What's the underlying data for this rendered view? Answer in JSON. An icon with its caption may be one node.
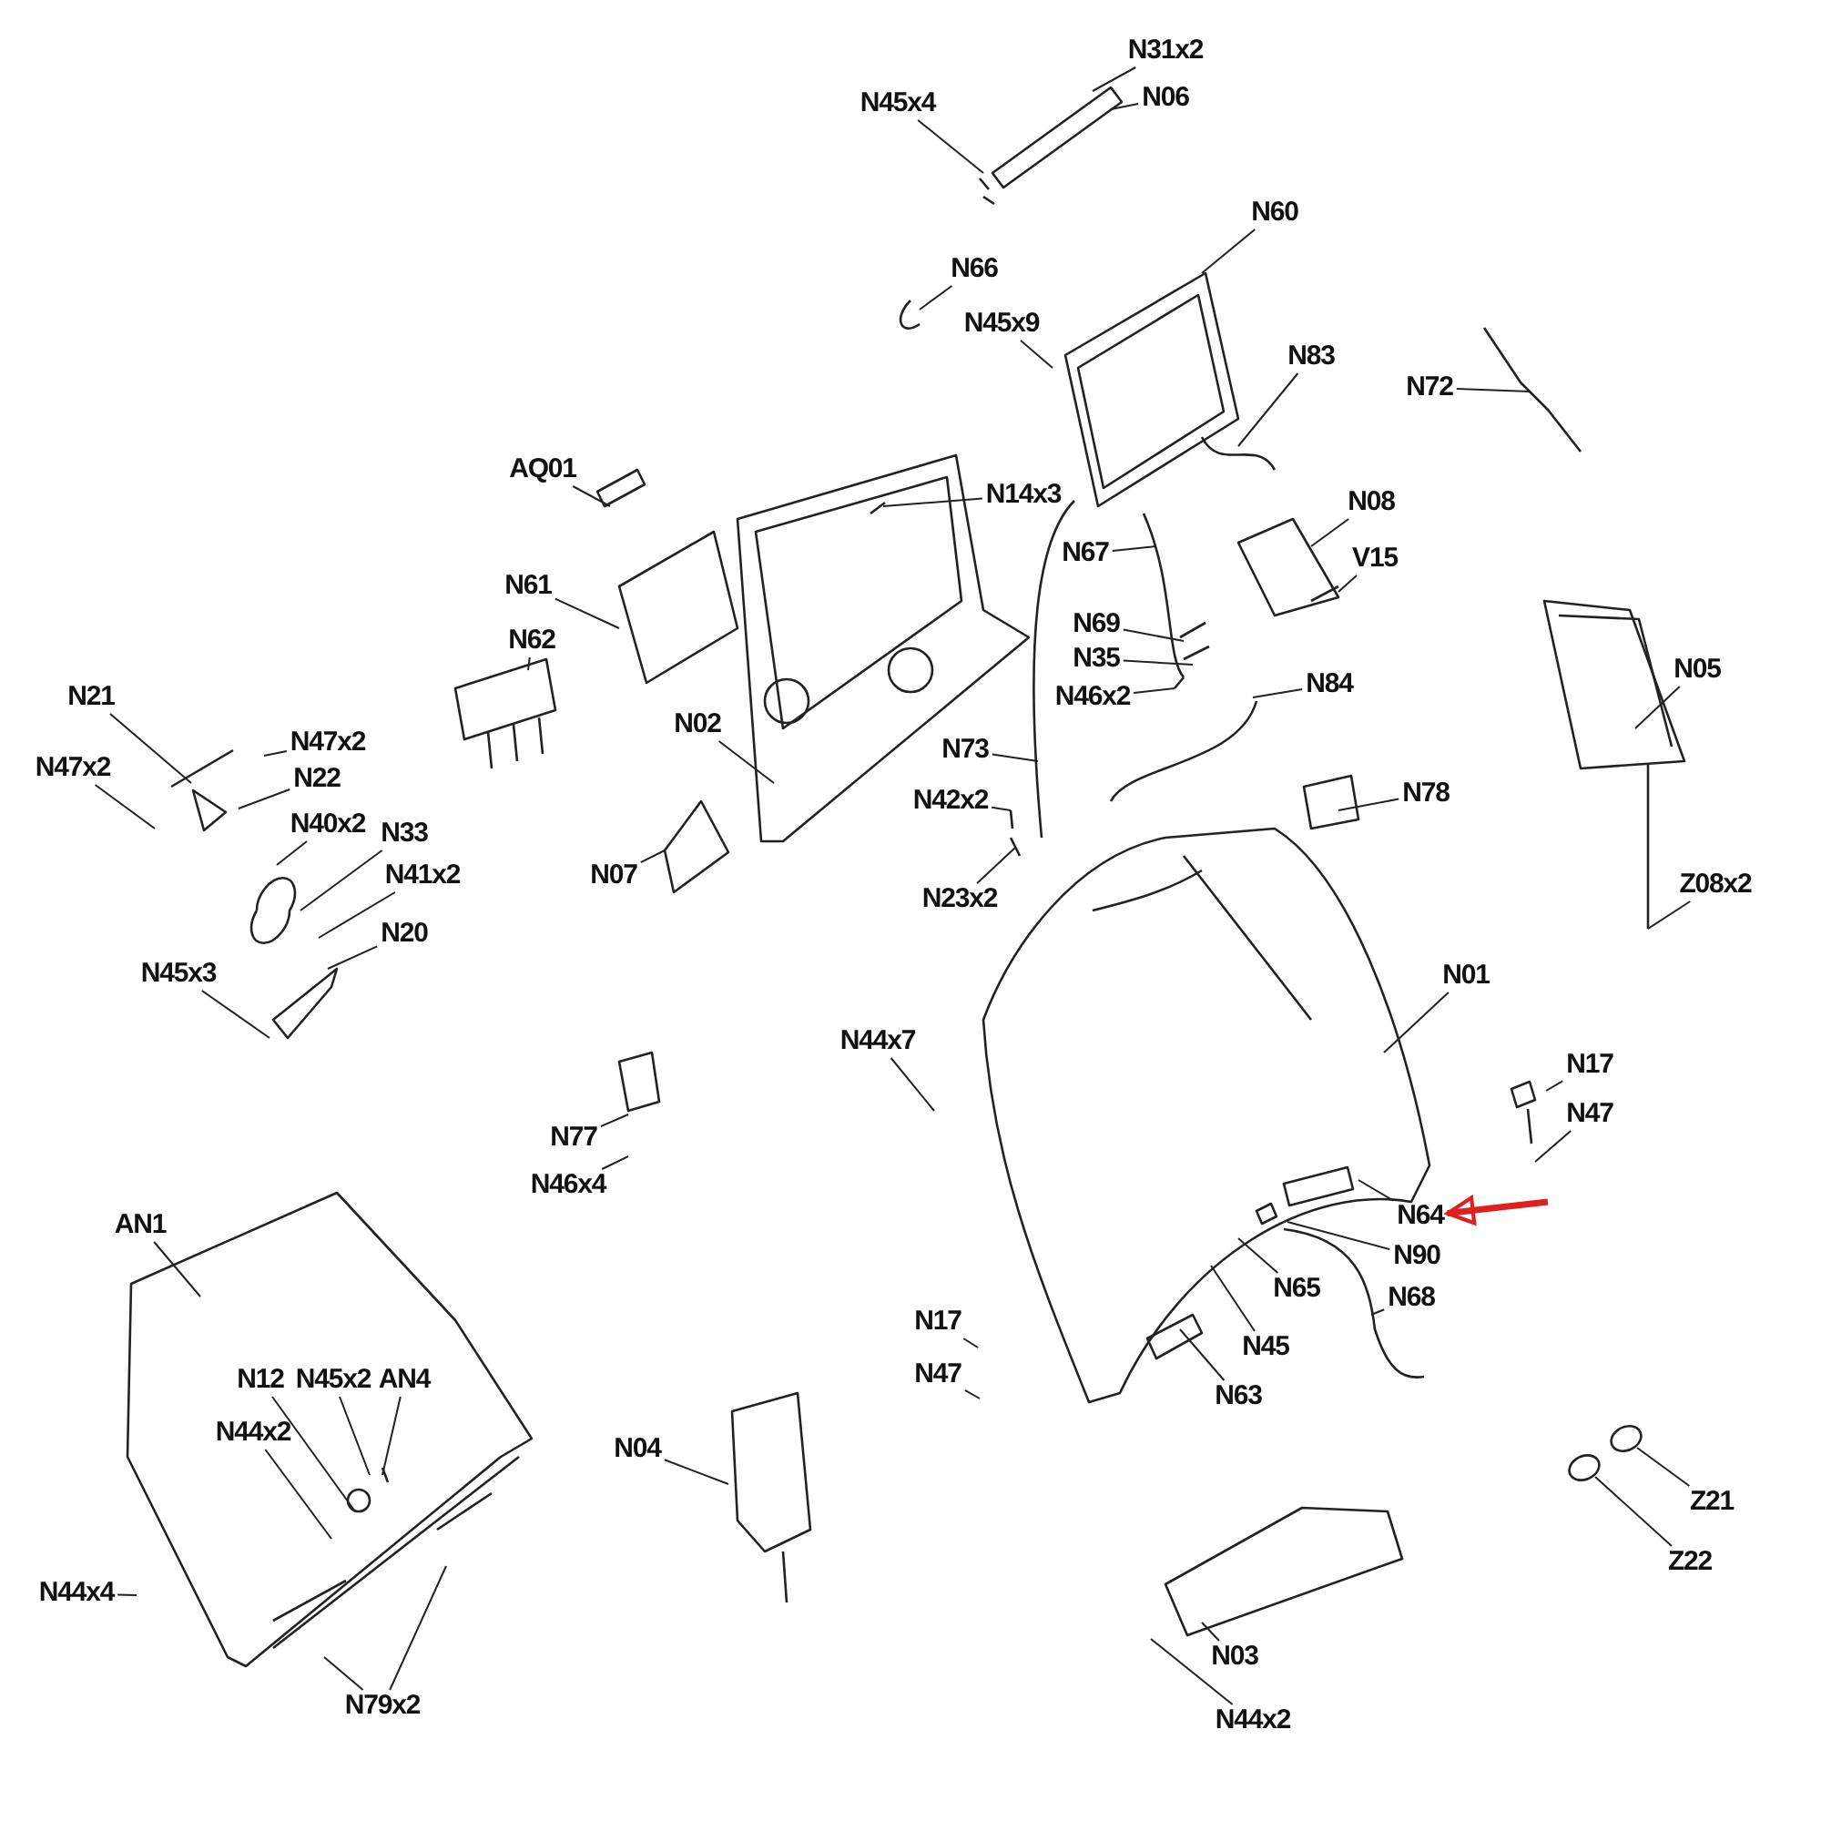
{
  "diagram": {
    "nodes": [
      {
        "text": [
          "N45x4"
        ]
      },
      {
        "text": [
          "N31x2"
        ]
      },
      {
        "text": [
          "N06"
        ]
      },
      {
        "text": [
          "N60"
        ]
      },
      {
        "text": [
          "N66"
        ]
      },
      {
        "text": [
          "N45x9"
        ]
      },
      {
        "text": [
          "N83"
        ]
      },
      {
        "text": [
          "N72"
        ]
      },
      {
        "text": [
          "AQ01"
        ]
      },
      {
        "text": [
          "N14x3"
        ]
      },
      {
        "text": [
          "N08"
        ]
      },
      {
        "text": [
          "V15"
        ]
      },
      {
        "text": [
          "N67"
        ]
      },
      {
        "text": [
          "N61"
        ]
      },
      {
        "text": [
          "N62"
        ]
      },
      {
        "text": [
          "N69"
        ]
      },
      {
        "text": [
          "N35"
        ]
      },
      {
        "text": [
          "N46x2"
        ]
      },
      {
        "text": [
          "N84"
        ]
      },
      {
        "text": [
          "N05"
        ]
      },
      {
        "text": [
          "N21"
        ]
      },
      {
        "text": [
          "N47x2"
        ]
      },
      {
        "text": [
          "N22"
        ]
      },
      {
        "text": [
          "N47x2"
        ]
      },
      {
        "text": [
          "N02"
        ]
      },
      {
        "text": [
          "N73"
        ]
      },
      {
        "text": [
          "N40x2"
        ]
      },
      {
        "text": [
          "N42x2"
        ]
      },
      {
        "text": [
          "N33"
        ]
      },
      {
        "text": [
          "N78"
        ]
      },
      {
        "text": [
          "N07"
        ]
      },
      {
        "text": [
          "N41x2"
        ]
      },
      {
        "text": [
          "N23x2"
        ]
      },
      {
        "text": [
          "Z08x2"
        ]
      },
      {
        "text": [
          "N20"
        ]
      },
      {
        "text": [
          "N45x3"
        ]
      },
      {
        "text": [
          "N01"
        ]
      },
      {
        "text": [
          "N44x7"
        ]
      },
      {
        "text": [
          "N17"
        ]
      },
      {
        "text": [
          "N47"
        ]
      },
      {
        "text": [
          "N77"
        ]
      },
      {
        "text": [
          "N46x4"
        ]
      },
      {
        "text": [
          "N64"
        ]
      },
      {
        "text": [
          "N90"
        ]
      },
      {
        "text": [
          "N65"
        ]
      },
      {
        "text": [
          "N68"
        ]
      },
      {
        "text": [
          "AN1"
        ]
      },
      {
        "text": [
          "N17"
        ]
      },
      {
        "text": [
          "N45"
        ]
      },
      {
        "text": [
          "N47"
        ]
      },
      {
        "text": [
          "N12"
        ]
      },
      {
        "text": [
          "N45x2"
        ]
      },
      {
        "text": [
          "AN4"
        ]
      },
      {
        "text": [
          "N63"
        ]
      },
      {
        "text": [
          "N44x2"
        ]
      },
      {
        "text": [
          "N04"
        ]
      },
      {
        "text": [
          "N44x4"
        ]
      },
      {
        "text": [
          "Z21"
        ]
      },
      {
        "text": [
          "Z22"
        ]
      },
      {
        "text": [
          "N03"
        ]
      },
      {
        "text": [
          "N79x2"
        ]
      },
      {
        "text": [
          "N44x2"
        ]
      }
    ],
    "edges": [
      {
        "from": 0,
        "to": null,
        "arrow": "none"
      },
      {
        "from": 1,
        "to": null,
        "arrow": "none"
      },
      {
        "from": 2,
        "to": null,
        "arrow": "none"
      },
      {
        "from": 3,
        "to": null,
        "arrow": "none"
      },
      {
        "from": 4,
        "to": null,
        "arrow": "none"
      },
      {
        "from": 5,
        "to": null,
        "arrow": "none"
      },
      {
        "from": 6,
        "to": null,
        "arrow": "none"
      },
      {
        "from": 7,
        "to": null,
        "arrow": "none"
      },
      {
        "from": 8,
        "to": null,
        "arrow": "none"
      },
      {
        "from": 9,
        "to": null,
        "arrow": "none"
      },
      {
        "from": 10,
        "to": null,
        "arrow": "none"
      },
      {
        "from": 11,
        "to": null,
        "arrow": "none"
      },
      {
        "from": 12,
        "to": null,
        "arrow": "none"
      },
      {
        "from": 13,
        "to": null,
        "arrow": "none"
      },
      {
        "from": 14,
        "to": null,
        "arrow": "none"
      },
      {
        "from": 15,
        "to": null,
        "arrow": "none"
      },
      {
        "from": 16,
        "to": null,
        "arrow": "none"
      },
      {
        "from": 17,
        "to": null,
        "arrow": "none"
      },
      {
        "from": 18,
        "to": null,
        "arrow": "none"
      },
      {
        "from": 19,
        "to": null,
        "arrow": "none"
      },
      {
        "from": 20,
        "to": null,
        "arrow": "none"
      },
      {
        "from": 21,
        "to": null,
        "arrow": "none"
      },
      {
        "from": 22,
        "to": null,
        "arrow": "none"
      },
      {
        "from": 23,
        "to": null,
        "arrow": "none"
      },
      {
        "from": 24,
        "to": null,
        "arrow": "none"
      },
      {
        "from": 25,
        "to": null,
        "arrow": "none"
      },
      {
        "from": 26,
        "to": null,
        "arrow": "none"
      },
      {
        "from": 27,
        "to": null,
        "arrow": "none"
      },
      {
        "from": 28,
        "to": null,
        "arrow": "none"
      },
      {
        "from": 29,
        "to": null,
        "arrow": "none"
      },
      {
        "from": 30,
        "to": null,
        "arrow": "none"
      },
      {
        "from": 31,
        "to": null,
        "arrow": "none"
      },
      {
        "from": 32,
        "to": null,
        "arrow": "none"
      },
      {
        "from": 33,
        "to": null,
        "arrow": "none"
      },
      {
        "from": 34,
        "to": null,
        "arrow": "none"
      },
      {
        "from": 35,
        "to": null,
        "arrow": "none"
      },
      {
        "from": 36,
        "to": null,
        "arrow": "none"
      },
      {
        "from": 37,
        "to": null,
        "arrow": "none"
      },
      {
        "from": 38,
        "to": null,
        "arrow": "none"
      },
      {
        "from": 39,
        "to": null,
        "arrow": "none"
      },
      {
        "from": 40,
        "to": null,
        "arrow": "none"
      },
      {
        "from": 41,
        "to": null,
        "arrow": "none"
      },
      {
        "from": 42,
        "to": null,
        "arrow": "none"
      },
      {
        "from": 43,
        "to": null,
        "arrow": "none"
      },
      {
        "from": 44,
        "to": null,
        "arrow": "none"
      },
      {
        "from": 45,
        "to": null,
        "arrow": "none"
      },
      {
        "from": 46,
        "to": null,
        "arrow": "none"
      },
      {
        "from": 47,
        "to": null,
        "arrow": "none"
      },
      {
        "from": 48,
        "to": null,
        "arrow": "none"
      },
      {
        "from": 49,
        "to": null,
        "arrow": "none"
      },
      {
        "from": 50,
        "to": null,
        "arrow": "none"
      },
      {
        "from": 51,
        "to": null,
        "arrow": "none"
      },
      {
        "from": 52,
        "to": null,
        "arrow": "none"
      },
      {
        "from": 53,
        "to": null,
        "arrow": "none"
      },
      {
        "from": 54,
        "to": null,
        "arrow": "none"
      },
      {
        "from": 55,
        "to": null,
        "arrow": "none"
      },
      {
        "from": 56,
        "to": null,
        "arrow": "none"
      },
      {
        "from": 57,
        "to": null,
        "arrow": "none"
      },
      {
        "from": 58,
        "to": null,
        "arrow": "none"
      },
      {
        "from": 59,
        "to": null,
        "arrow": "none"
      },
      {
        "from": 60,
        "to": null,
        "arrow": "none"
      },
      {
        "from": 60,
        "to": null,
        "arrow": "none"
      },
      {
        "from": 61,
        "to": null,
        "arrow": "none"
      },
      {
        "from": null,
        "to": 42,
        "arrow": "to",
        "style": "thick",
        "color": "#e02020"
      }
    ]
  }
}
